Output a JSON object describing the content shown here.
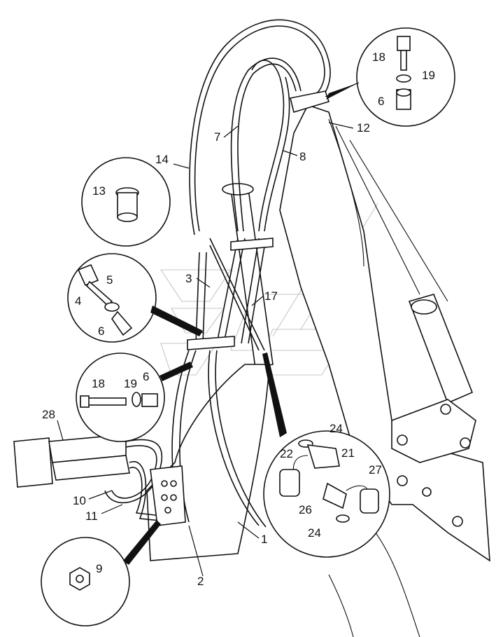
{
  "diagram": {
    "callouts": [
      {
        "id": "c18a",
        "text": "18"
      },
      {
        "id": "c19a",
        "text": "19"
      },
      {
        "id": "c6a",
        "text": "6"
      },
      {
        "id": "c12",
        "text": "12"
      },
      {
        "id": "c7",
        "text": "7"
      },
      {
        "id": "c8",
        "text": "8"
      },
      {
        "id": "c14",
        "text": "14"
      },
      {
        "id": "c13",
        "text": "13"
      },
      {
        "id": "c5",
        "text": "5"
      },
      {
        "id": "c4",
        "text": "4"
      },
      {
        "id": "c6b",
        "text": "6"
      },
      {
        "id": "c3",
        "text": "3"
      },
      {
        "id": "c17",
        "text": "17"
      },
      {
        "id": "c18b",
        "text": "18"
      },
      {
        "id": "c19b",
        "text": "19"
      },
      {
        "id": "c6c",
        "text": "6"
      },
      {
        "id": "c28",
        "text": "28"
      },
      {
        "id": "c24a",
        "text": "24"
      },
      {
        "id": "c22",
        "text": "22"
      },
      {
        "id": "c21",
        "text": "21"
      },
      {
        "id": "c27",
        "text": "27"
      },
      {
        "id": "c26",
        "text": "26"
      },
      {
        "id": "c24b",
        "text": "24"
      },
      {
        "id": "c10",
        "text": "10"
      },
      {
        "id": "c11",
        "text": "11"
      },
      {
        "id": "c1",
        "text": "1"
      },
      {
        "id": "c2",
        "text": "2"
      },
      {
        "id": "c9",
        "text": "9"
      }
    ]
  }
}
